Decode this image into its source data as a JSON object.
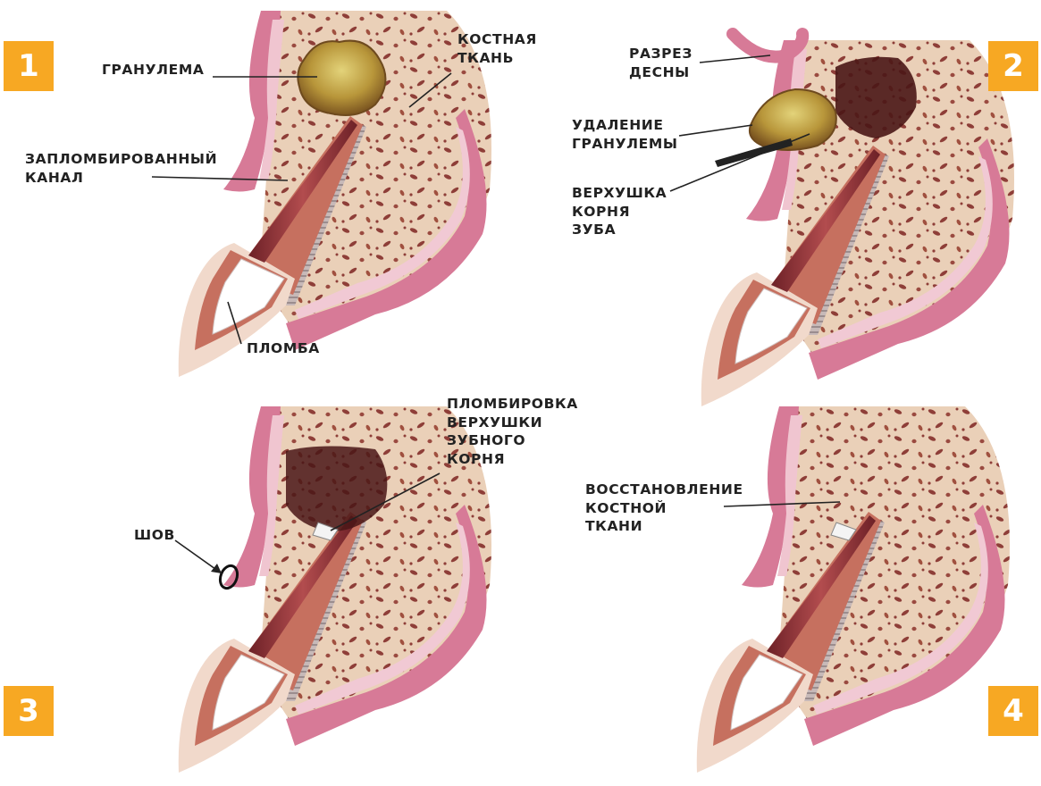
{
  "badges": [
    "1",
    "2",
    "3",
    "4"
  ],
  "labels": {
    "granuloma": "ГРАНУЛЕМА",
    "bone_tissue": "КОСТНАЯ\nТКАНЬ",
    "filled_canal": "ЗАПЛОМБИРОВАННЫЙ\nКАНАЛ",
    "filling": "ПЛОМБА",
    "gum_incision": "РАЗРЕЗ\nДЕСНЫ",
    "granuloma_removal": "УДАЛЕНИЕ\nГРАНУЛЕМЫ",
    "root_apex": "ВЕРХУШКА\nКОРНЯ\nЗУБА",
    "apex_filling": "ПЛОМБИРОВКА\nВЕРХУШКИ\nЗУБНОГО\nКОРНЯ",
    "suture": "ШОВ",
    "bone_restoration": "ВОССТАНОВЛЕНИЕ\nКОСТНОЙ\nТКАНИ"
  },
  "colors": {
    "badge": "#f7a823",
    "gum": "#d77a97",
    "bone": "#ead0b8",
    "bone_pores": "#8e3e38",
    "root": "#c6705f",
    "canal": "#8a3033",
    "granuloma": "#b8963a",
    "cavity": "#4a1616",
    "label_text": "#222222"
  }
}
